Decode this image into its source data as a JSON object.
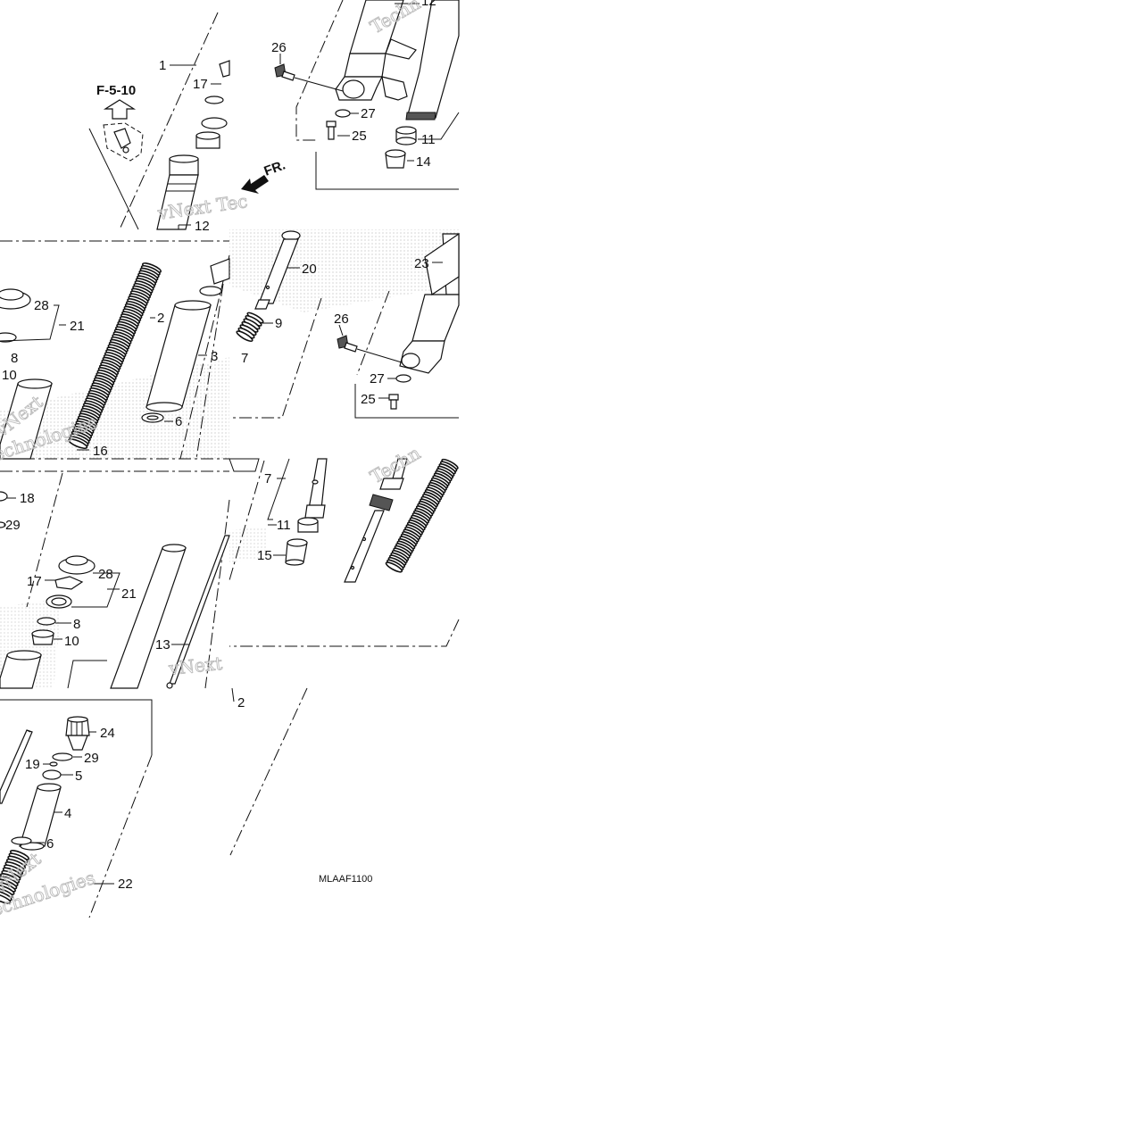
{
  "ref": "F-5-10",
  "front_label": "FR.",
  "drawing_code": "MLAAF1100",
  "watermark_lines": [
    "vNext",
    "Technologies",
    "vNext Tec",
    "Techn"
  ],
  "callouts": {
    "t1": [
      "1",
      "17",
      "12"
    ],
    "t2": [
      "12",
      "26",
      "27",
      "25",
      "11",
      "14"
    ],
    "t3": [
      "28",
      "21",
      "2",
      "8",
      "10",
      "3",
      "6",
      "16"
    ],
    "t4": [
      "20",
      "9",
      "7",
      "23",
      "26",
      "27",
      "25"
    ],
    "t5": [
      "18",
      "29",
      "28",
      "17",
      "21",
      "8",
      "10",
      "13"
    ],
    "t6": [
      "7",
      "11",
      "15"
    ],
    "t7": [
      "24",
      "29",
      "19",
      "5",
      "4",
      "6",
      "22"
    ],
    "t8": [
      "2"
    ]
  }
}
